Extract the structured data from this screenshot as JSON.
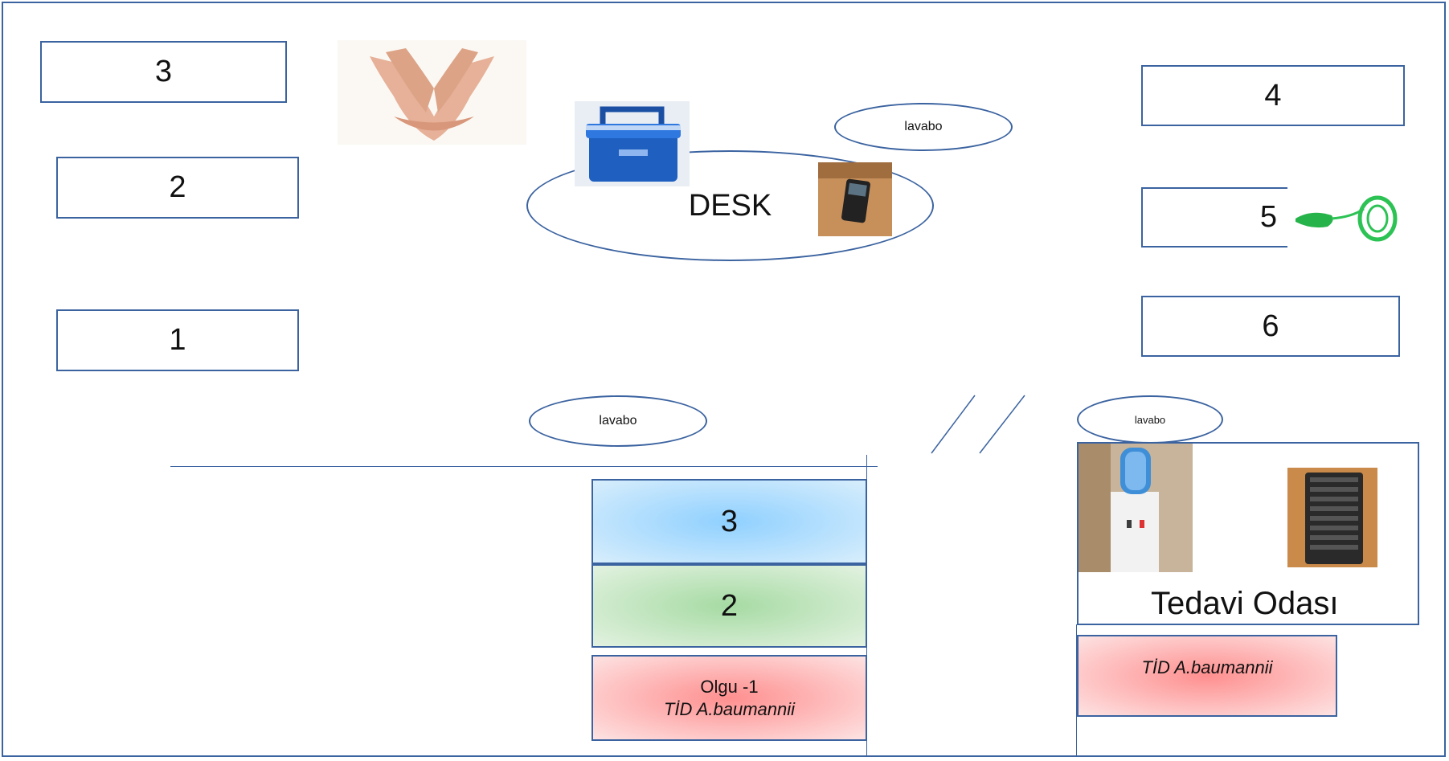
{
  "beds_left": [
    "3",
    "2",
    "1"
  ],
  "beds_right": [
    "4",
    "5",
    "6"
  ],
  "desk_label": "DESK",
  "sinks": [
    "lavabo",
    "lavabo",
    "lavabo"
  ],
  "ward_stack": {
    "top": "3",
    "middle": "2",
    "case_title": "Olgu -1",
    "case_org": "TİD  A.baumannii"
  },
  "treatment_room": {
    "title": "Tedavi Odası",
    "case_org": "TİD A.baumannii"
  },
  "icons": [
    "hands-icon",
    "cooler-box-icon",
    "phone-icon",
    "oxygen-mask-icon",
    "water-dispenser-icon",
    "keyboard-icon"
  ],
  "colors": {
    "stroke": "#3b63a0",
    "blue_fill": "#8fd0ff",
    "green_fill": "#a6dba3",
    "red_fill": "#ff8f8f"
  }
}
